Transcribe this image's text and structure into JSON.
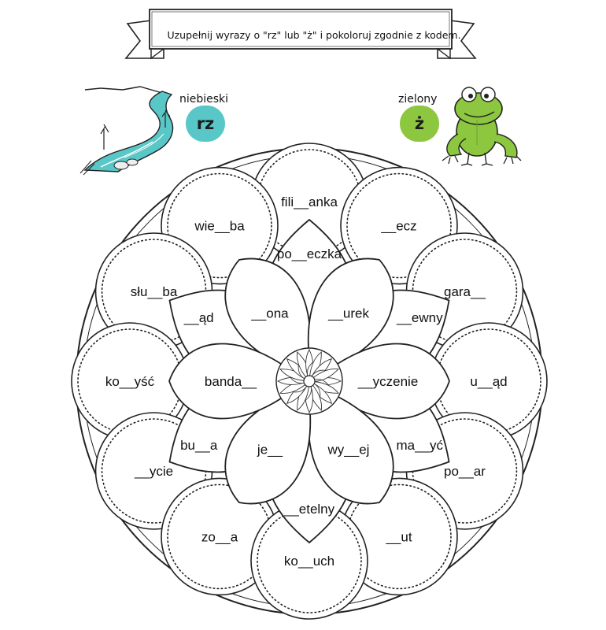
{
  "instruction": "Uzupełnij wyrazy o \"rz\" lub \"ż\" i pokoloruj zgodnie z kodem.",
  "legend": {
    "blue": {
      "label": "niebieski",
      "letters": "rz",
      "color": "#59c7c7"
    },
    "green": {
      "label": "zielony",
      "letters": "ż",
      "color": "#8dc63f"
    }
  },
  "words": {
    "outer": [
      "fili__anka",
      "__ecz",
      "gara__",
      "u__ąd",
      "po__ar",
      "__ut",
      "ko__uch",
      "zo__a",
      "__ycie",
      "ko__yść",
      "słu__ba",
      "wie__ba"
    ],
    "middle": [
      "po__eczka",
      "__ewny",
      "ma__yć",
      "__etelny",
      "bu__a",
      "__ąd"
    ],
    "inner": [
      "__ona",
      "__urek",
      "__yczenie",
      "wy__ej",
      "je__",
      "banda__"
    ]
  }
}
